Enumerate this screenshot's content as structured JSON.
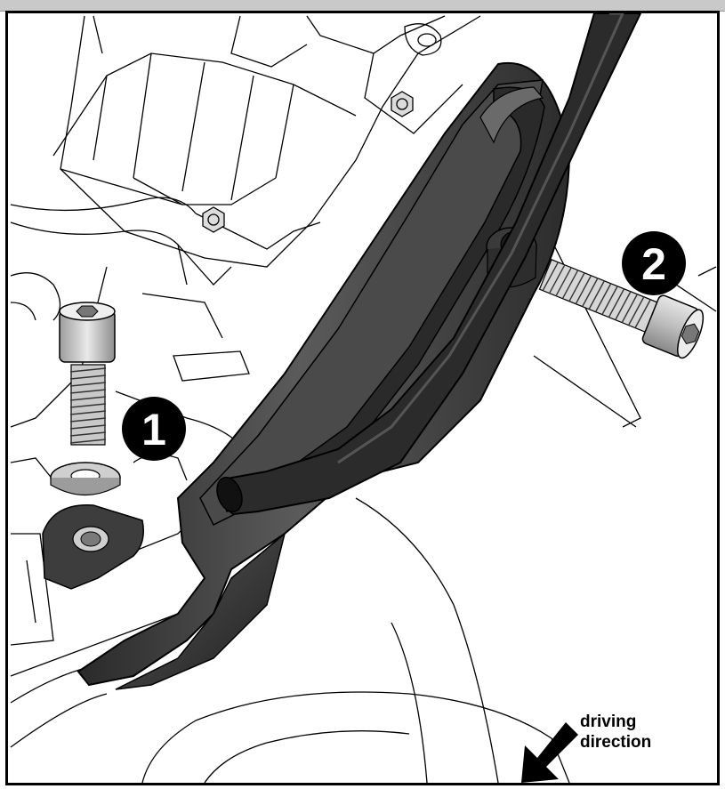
{
  "callouts": [
    {
      "number": "1"
    },
    {
      "number": "2"
    }
  ],
  "direction": {
    "line1": "driving",
    "line2": "direction"
  },
  "colors": {
    "ink": "#000000",
    "bracket": "#3a3a3a",
    "bracket_highlight": "#8a8a8a",
    "metal": "#cfcfcf",
    "frame_strip": "#c9c9c9"
  },
  "icons": [
    "arrow-down-left-icon",
    "socket-head-bolt-icon",
    "washer-icon"
  ]
}
